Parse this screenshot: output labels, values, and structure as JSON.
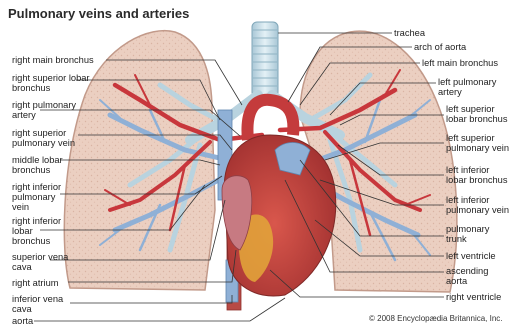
{
  "title": "Pulmonary veins and arteries",
  "labels": {
    "right_main_bronchus": "right main bronchus",
    "right_superior_lobar_bronchus": "right superior lobar\nbronchus",
    "right_pulmonary_artery": "right pulmonary\nartery",
    "right_superior_pulmonary_vein": "right superior\npulmonary vein",
    "middle_lobar_bronchus": "middle lobar\nbronchus",
    "right_inferior_pulmonary_vein": "right inferior\npulmonary\nvein",
    "right_inferior_lobar_bronchus": "right inferior\nlobar\nbronchus",
    "superior_vena_cava": "superior vena\ncava",
    "right_atrium": "right atrium",
    "inferior_vena_cava": "inferior vena\ncava",
    "aorta": "aorta",
    "trachea": "trachea",
    "arch_of_aorta": "arch of aorta",
    "left_main_bronchus": "left main bronchus",
    "left_pulmonary_artery": "left pulmonary\nartery",
    "left_superior_lobar_bronchus": "left superior\nlobar bronchus",
    "left_superior_pulmonary_vein": "left superior\npulmonary vein",
    "left_inferior_lobar_bronchus": "left inferior\nlobar bronchus",
    "left_inferior_pulmonary_vein": "left inferior\npulmonary vein",
    "pulmonary_trunk": "pulmonary\ntrunk",
    "left_ventricle": "left ventricle",
    "ascending_aorta": "ascending\naorta",
    "right_ventricle": "right ventricle"
  },
  "copyright": "© 2008 Encyclopædia Britannica, Inc.",
  "colors": {
    "lung_fill": "#e9cdbf",
    "lung_outline": "#c29a8a",
    "artery": "#c8373c",
    "vein": "#8fb0d6",
    "bronchus": "#c9e0ea",
    "heart": "#b8423e",
    "heart_fat": "#e1a23a",
    "leader_line": "#333333"
  }
}
